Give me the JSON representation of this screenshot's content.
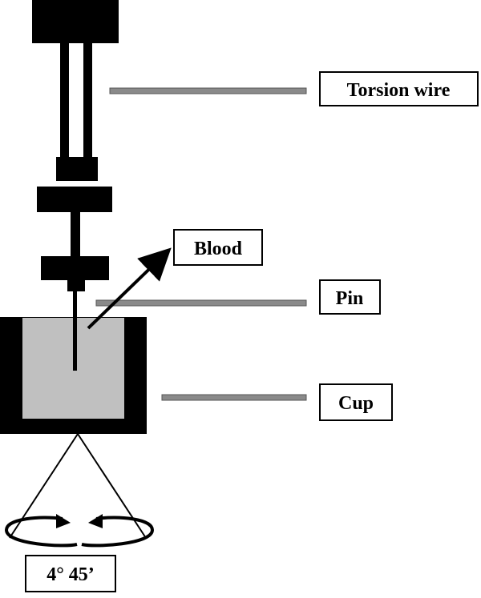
{
  "labels": {
    "torsion_wire": "Torsion wire",
    "blood": "Blood",
    "pin": "Pin",
    "cup": "Cup",
    "angle": "4° 45’"
  },
  "colors": {
    "ink": "#000000",
    "blood_fill": "#c0c0c0",
    "leader": "#808080",
    "background": "#ffffff"
  }
}
